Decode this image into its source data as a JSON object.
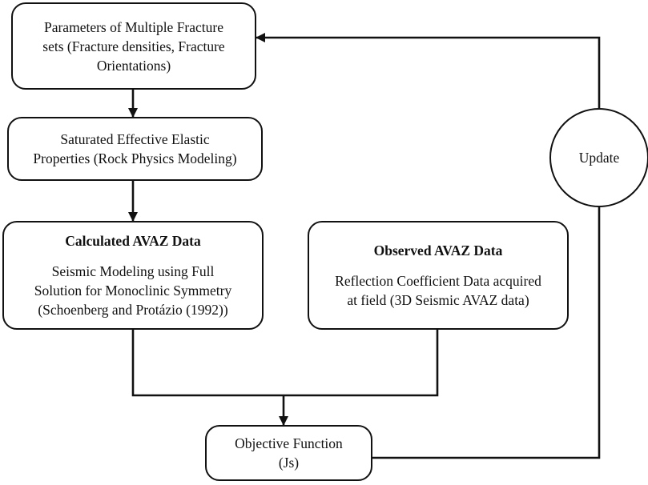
{
  "diagram": {
    "params": {
      "lines": [
        "Parameters of Multiple Fracture",
        "sets (Fracture densities, Fracture",
        "Orientations)"
      ]
    },
    "saturated": {
      "lines": [
        "Saturated Effective Elastic",
        "Properties (Rock Physics Modeling)"
      ]
    },
    "calculated": {
      "title": "Calculated AVAZ Data",
      "lines": [
        "Seismic Modeling using Full",
        "Solution for Monoclinic Symmetry",
        "(Schoenberg and Protázio (1992))"
      ]
    },
    "observed": {
      "title": "Observed AVAZ Data",
      "lines": [
        "Reflection Coefficient Data acquired",
        "at field (3D Seismic AVAZ data)"
      ]
    },
    "objective": {
      "lines": [
        "Objective Function",
        "(Js)"
      ]
    },
    "update": {
      "label": "Update"
    }
  }
}
